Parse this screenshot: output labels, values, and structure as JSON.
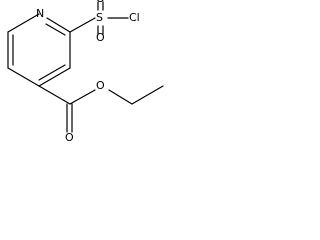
{
  "molecule": {
    "atoms": {
      "ring_n": "N",
      "sulfur": "S",
      "sulfonyl_o_top": "O",
      "sulfonyl_o_bottom": "O",
      "chlorine": "Cl",
      "carbonyl_o": "O",
      "ester_o": "O"
    },
    "colors": {
      "bond": "#000000",
      "label": "#000000",
      "background": "#ffffff"
    }
  }
}
